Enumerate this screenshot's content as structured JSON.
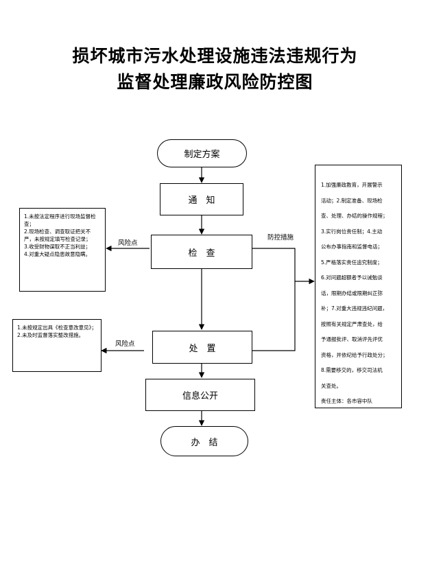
{
  "title": {
    "line1": "损坏城市污水处理设施违法违规行为",
    "line2": "监督处理廉政风险防控图"
  },
  "flow": {
    "start": "制定方案",
    "notify": "通　知",
    "inspect": "检　查",
    "handle": "处　置",
    "publicity": "信息公开",
    "end": "办　结"
  },
  "labels": {
    "risk_point_1": "风险点",
    "risk_point_2": "风险点",
    "control_measures": "防控措施"
  },
  "risk_inspect": [
    "1.未按法定程序进行现场监督检查；",
    "2.现场检查、调查取证把关不严，未按规定填写检查记录；",
    "3.收受财物谋取不正当利益；",
    "4.对重大疑点隐患故意隐瞒。"
  ],
  "risk_handle": [
    "1.未按规定出具《检查意改意见》；",
    "2.未及时监督落实整改措施。"
  ],
  "control_lines": [
    "1.加强廉政教育，开展警示",
    "活动；2.制定准备、现场检",
    "查、处理、办结的操作规程；",
    "3.实行岗位责任制；4.主动",
    "公布办事指南和监督电话；",
    "5.严格落实责任追究制度；",
    "6.对问题超额者予以诫勉谈",
    "话，限期办结或限期纠正弥",
    "补；7.对重大违规违纪问题，",
    "按照有关规定严肃查处，给",
    "予通报批评、取消评先评优",
    "资格，并依纪给予行政处分；",
    "8.需要移交的，移交司法机",
    "关查处。",
    "责任主体：各市容中队"
  ]
}
